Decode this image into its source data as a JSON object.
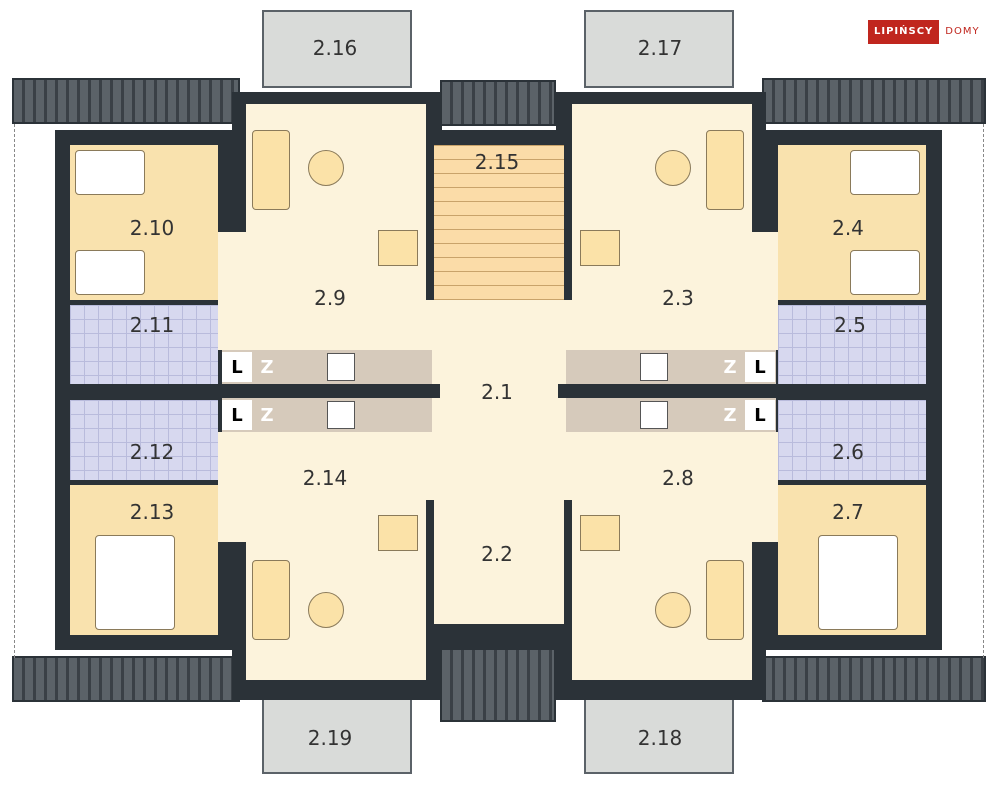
{
  "logo": {
    "brand": "LIPIŃSCY",
    "sub": "DOMY",
    "color": "#c0261e"
  },
  "rooms": {
    "r2_1": "2.1",
    "r2_2": "2.2",
    "r2_3": "2.3",
    "r2_4": "2.4",
    "r2_5": "2.5",
    "r2_6": "2.6",
    "r2_7": "2.7",
    "r2_8": "2.8",
    "r2_9": "2.9",
    "r2_10": "2.10",
    "r2_11": "2.11",
    "r2_12": "2.12",
    "r2_13": "2.13",
    "r2_14": "2.14",
    "r2_15": "2.15",
    "r2_16": "2.16",
    "r2_17": "2.17",
    "r2_18": "2.18",
    "r2_19": "2.19"
  },
  "appliances": {
    "fridge": "L",
    "freezer": "Z"
  }
}
